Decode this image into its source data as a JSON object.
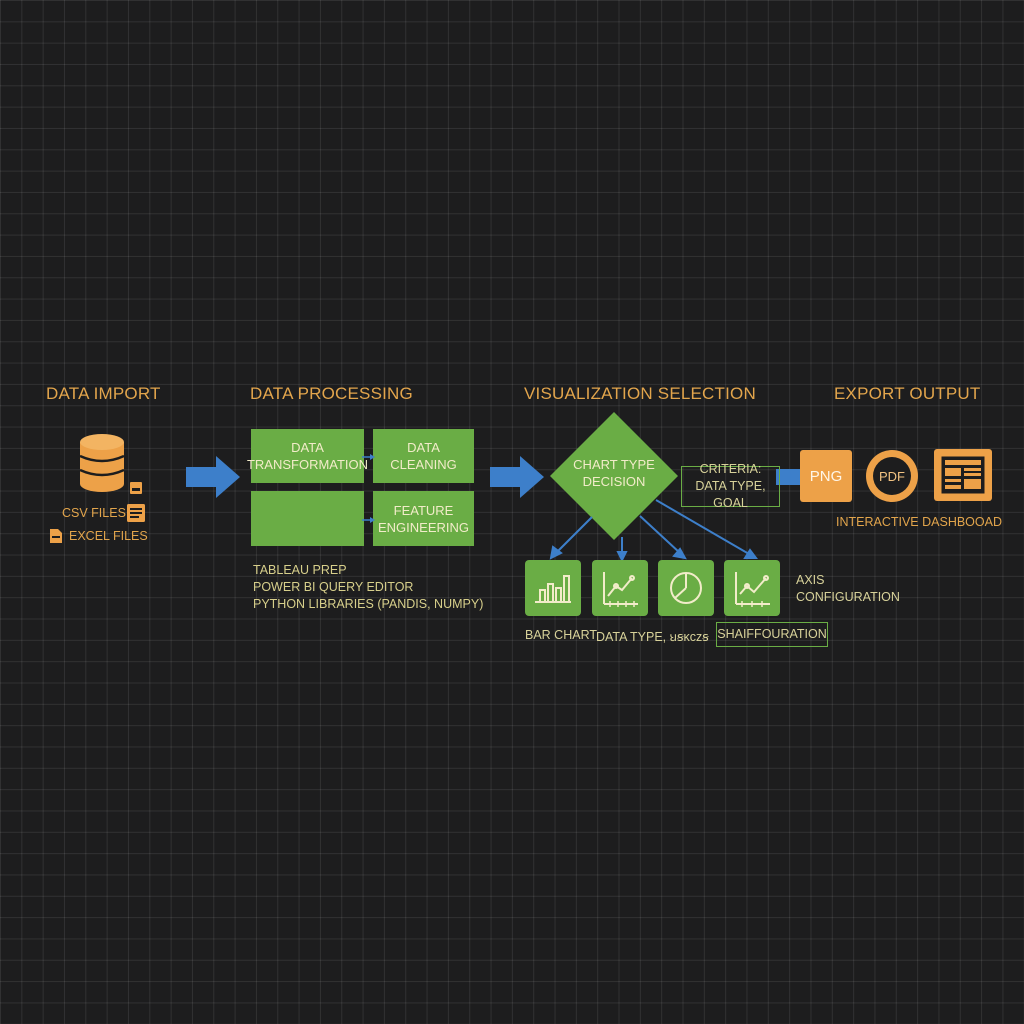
{
  "stages": {
    "import": {
      "title": "DATA IMPORT",
      "csv_label": "CSV FILES",
      "excel_label": "EXCEL FILES"
    },
    "processing": {
      "title": "DATA PROCESSING",
      "box_transformation": "DATA TRANSFORMATION",
      "box_cleaning": "DATA CLEANING",
      "box_feature": "FEATURE ENGINEERING",
      "tools": [
        "TABLEAU PREP",
        "POWER BI QUERY EDITOR",
        "PYTHON LIBRARIES (PANDIS, NUMPY)"
      ]
    },
    "visualization": {
      "title": "VISUALIZATION SELECTION",
      "decision": "CHART TYPE DECISION",
      "criteria": "CRITERIA: DATA TYPE, GOAL",
      "axis_label": "AXIS CONFIGURATION",
      "bar_chart_label": "BAR CHART",
      "data_type_label": "DATA TYPE, ꞟꞩᴋᴄᴢꞩ",
      "configuration_label": "SHAIFFOURATION"
    },
    "export": {
      "title": "EXPORT OUTPUT",
      "png_label": "PNG",
      "pdf_label": "PDF",
      "dashboard_label": "INTERACTIVE DASHBOOAD"
    }
  },
  "icons": {
    "database": "database-icon",
    "csv": "csv-file-icon",
    "excel": "excel-file-icon",
    "bar": "bar-chart-icon",
    "line": "line-chart-icon",
    "pie": "pie-chart-icon",
    "dashboard": "dashboard-icon"
  },
  "colors": {
    "background": "#1d1d1e",
    "green": "#6aad45",
    "orange": "#eda148",
    "blue_arrow": "#3d7fca",
    "title_text": "#e2a54c"
  }
}
